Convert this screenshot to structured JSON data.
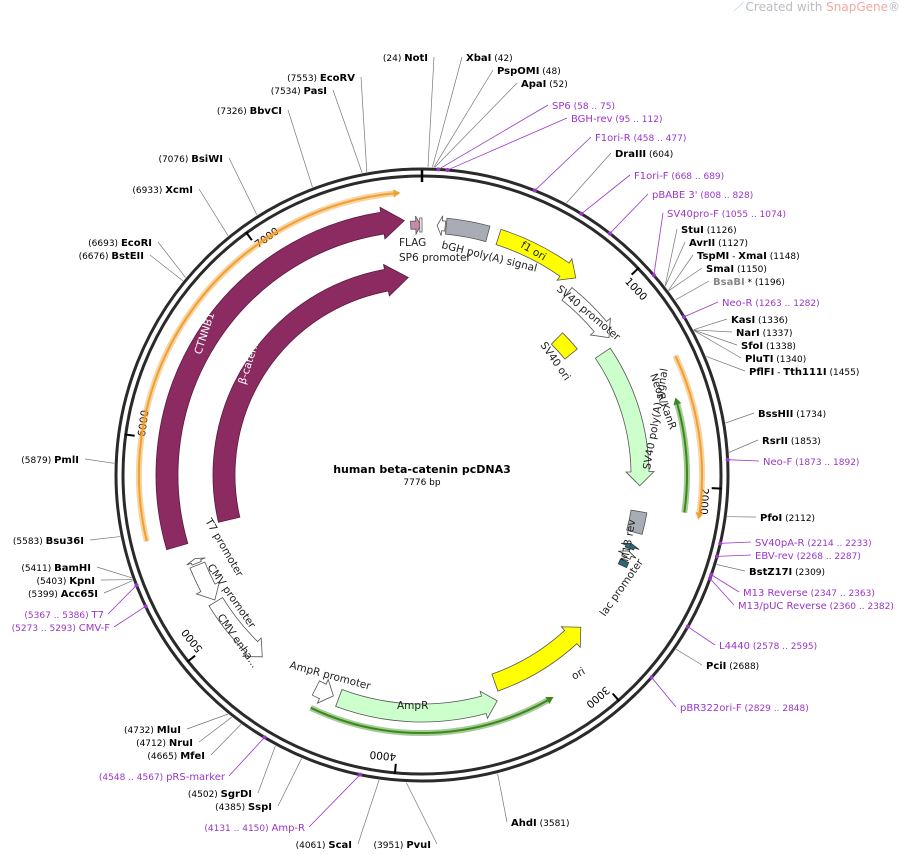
{
  "watermark": {
    "prefix": "Created with ",
    "brand": "SnapGene",
    "mark": "®"
  },
  "plasmid": {
    "name": "human beta-catenin pcDNA3",
    "length_label": "7776 bp",
    "length": 7776
  },
  "ticks": [
    "1000",
    "2000",
    "3000",
    "4000",
    "5000",
    "6000",
    "7000"
  ],
  "restriction_sites": [
    {
      "pos": "(24)",
      "name": "NotI"
    },
    {
      "name": "XbaI",
      "pos": "(42)"
    },
    {
      "name": "PspOMI",
      "pos": "(48)"
    },
    {
      "name": "ApaI",
      "pos": "(52)"
    },
    {
      "name": "DraIII",
      "pos": "(604)"
    },
    {
      "name": "StuI",
      "pos": "(1126)"
    },
    {
      "name": "AvrII",
      "pos": "(1127)"
    },
    {
      "name": "TspMI",
      "sep": "-",
      "name2": "XmaI",
      "pos": "(1148)"
    },
    {
      "name": "SmaI",
      "pos": "(1150)"
    },
    {
      "name": "BsaBI",
      "note": "*",
      "pos": "(1196)"
    },
    {
      "name": "KasI",
      "pos": "(1336)"
    },
    {
      "name": "NarI",
      "pos": "(1337)"
    },
    {
      "name": "SfoI",
      "pos": "(1338)"
    },
    {
      "name": "PluTI",
      "pos": "(1340)"
    },
    {
      "name": "PflFI",
      "sep": "-",
      "name2": "Tth111I",
      "pos": "(1455)"
    },
    {
      "name": "BssHII",
      "pos": "(1734)"
    },
    {
      "name": "RsrII",
      "pos": "(1853)"
    },
    {
      "name": "PfoI",
      "pos": "(2112)"
    },
    {
      "name": "BstZ17I",
      "pos": "(2309)"
    },
    {
      "name": "PciI",
      "pos": "(2688)"
    },
    {
      "name": "AhdI",
      "pos": "(3581)"
    },
    {
      "pos": "(3951)",
      "name": "PvuI"
    },
    {
      "pos": "(4061)",
      "name": "ScaI"
    },
    {
      "pos": "(4385)",
      "name": "SspI"
    },
    {
      "pos": "(4502)",
      "name": "SgrDI"
    },
    {
      "pos": "(4665)",
      "name": "MfeI"
    },
    {
      "pos": "(4712)",
      "name": "NruI"
    },
    {
      "pos": "(4732)",
      "name": "MluI"
    },
    {
      "pos": "(5399)",
      "name": "Acc65I"
    },
    {
      "pos": "(5403)",
      "name": "KpnI"
    },
    {
      "pos": "(5411)",
      "name": "BamHI"
    },
    {
      "pos": "(5583)",
      "name": "Bsu36I"
    },
    {
      "pos": "(5879)",
      "name": "PmlI"
    },
    {
      "pos": "(6676)",
      "name": "BstEII"
    },
    {
      "pos": "(6693)",
      "name": "EcoRI"
    },
    {
      "pos": "(6933)",
      "name": "XcmI"
    },
    {
      "pos": "(7076)",
      "name": "BsiWI"
    },
    {
      "pos": "(7326)",
      "name": "BbvCI"
    },
    {
      "pos": "(7534)",
      "name": "PasI"
    },
    {
      "pos": "(7553)",
      "name": "EcoRV"
    }
  ],
  "primers": [
    {
      "name": "SP6",
      "range": "(58 .. 75)"
    },
    {
      "name": "BGH-rev",
      "range": "(95 .. 112)"
    },
    {
      "name": "F1ori-R",
      "range": "(458 .. 477)"
    },
    {
      "name": "F1ori-F",
      "range": "(668 .. 689)"
    },
    {
      "name": "pBABE 3'",
      "range": "(808 .. 828)"
    },
    {
      "name": "SV40pro-F",
      "range": "(1055 .. 1074)"
    },
    {
      "name": "Neo-R",
      "range": "(1263 .. 1282)"
    },
    {
      "name": "Neo-F",
      "range": "(1873 .. 1892)"
    },
    {
      "name": "SV40pA-R",
      "range": "(2214 .. 2233)"
    },
    {
      "name": "EBV-rev",
      "range": "(2268 .. 2287)"
    },
    {
      "name": "M13 Reverse",
      "range": "(2347 .. 2363)"
    },
    {
      "name": "M13/pUC Reverse",
      "range": "(2360 .. 2382)"
    },
    {
      "name": "L4440",
      "range": "(2578 .. 2595)"
    },
    {
      "name": "pBR322ori-F",
      "range": "(2829 .. 2848)"
    },
    {
      "range": "(4131 .. 4150)",
      "name": "Amp-R"
    },
    {
      "range": "(4548 .. 4567)",
      "name": "pRS-marker"
    },
    {
      "range": "(5273 .. 5293)",
      "name": "CMV-F"
    },
    {
      "range": "(5367 .. 5386)",
      "name": "T7"
    }
  ],
  "features": [
    {
      "name": "FLAG"
    },
    {
      "name": "SP6 promoter"
    },
    {
      "name": "bGH poly(A) signal"
    },
    {
      "name": "f1 ori"
    },
    {
      "name": "SV40 promoter"
    },
    {
      "name": "SV40 ori"
    },
    {
      "name": "NeoR/KanR"
    },
    {
      "name": "SV40 poly(A) signal"
    },
    {
      "name": "M13 rev"
    },
    {
      "name": "lac promoter"
    },
    {
      "name": "ori"
    },
    {
      "name": "AmpR"
    },
    {
      "name": "AmpR promoter"
    },
    {
      "name": "CMV enha..."
    },
    {
      "name": "CMV promoter"
    },
    {
      "name": "T7 promoter"
    },
    {
      "name": "CTNNB1"
    },
    {
      "name": "β-catenin"
    }
  ],
  "colors": {
    "backbone": "#2a2a2a",
    "ctnnb1": "#8b2b62",
    "yellow": "#ffff00",
    "green_pale": "#ccffcc",
    "orange_track": "#f0a030",
    "green_track": "#3a8a1a",
    "gray_feature": "#a8acb4",
    "primer": "#9a35c8"
  }
}
